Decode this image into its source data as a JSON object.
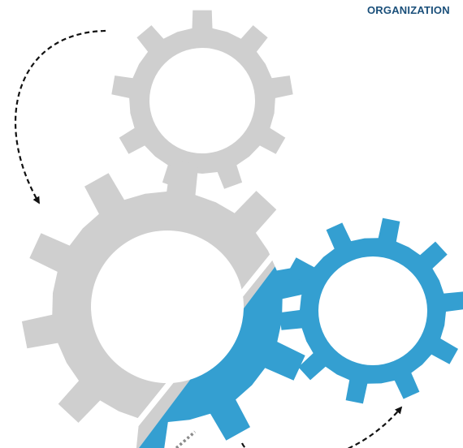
{
  "caption": {
    "text": "ORGANIZATION"
  },
  "colors": {
    "caption_text": "#1a4f7a",
    "gear_gray": "#cfcfcf",
    "gear_blue": "#349fd1",
    "arrow_black": "#111111",
    "arrow_gray": "#8a8a8a",
    "background": "#ffffff"
  },
  "gears": [
    {
      "id": "small-gray-gear",
      "color": "gray",
      "teeth": 9
    },
    {
      "id": "large-split-gear",
      "color": "gray+blue",
      "teeth": 10
    },
    {
      "id": "medium-blue-gear",
      "color": "blue",
      "teeth": 10
    }
  ],
  "arrows": [
    {
      "id": "top-left-curved-arrow",
      "style": "dashed",
      "color": "black"
    },
    {
      "id": "bottom-right-curved-arrow",
      "style": "dashed",
      "color": "black"
    },
    {
      "id": "bottom-dotted-arrow",
      "style": "dotted",
      "color": "gray"
    }
  ]
}
